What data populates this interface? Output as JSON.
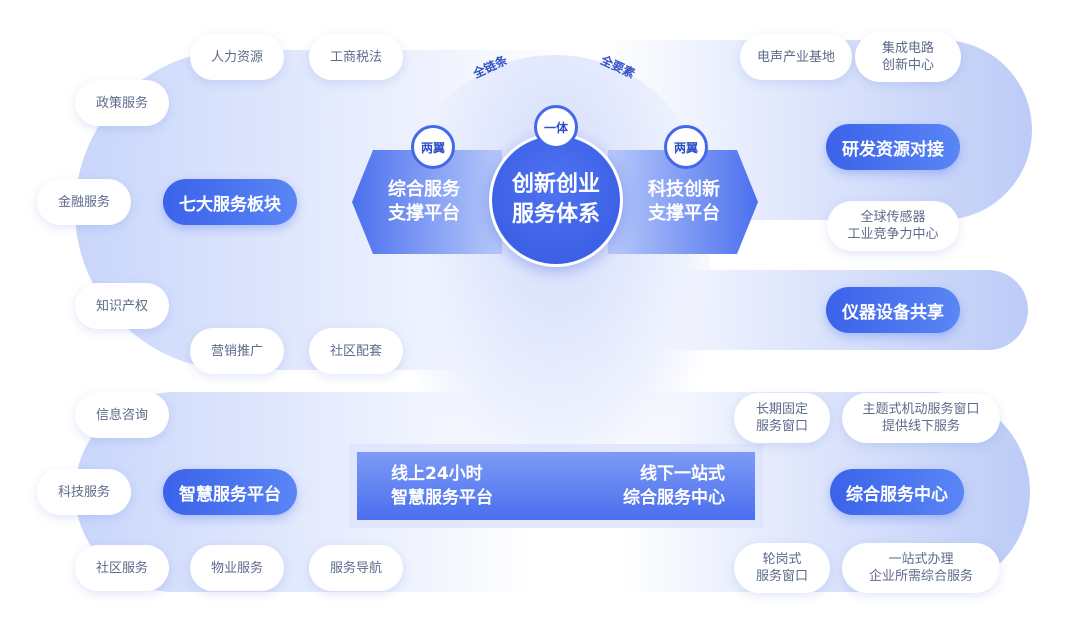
{
  "center": {
    "title": "创新创业\n服务体系",
    "badge": "一体"
  },
  "arc": {
    "left": "全链条",
    "right": "全要素"
  },
  "wings": [
    {
      "badge": "两翼",
      "text": "综合服务\n支撑平台"
    },
    {
      "badge": "两翼",
      "text": "科技创新\n支撑平台"
    }
  ],
  "bottom_bar": {
    "left": "线上24小时\n智慧服务平台",
    "right": "线下一站式\n综合服务中心"
  },
  "top_left": {
    "label": "七大服务板块",
    "items": [
      "人力资源",
      "工商税法",
      "政策服务",
      "金融服务",
      "知识产权",
      "营销推广",
      "社区配套"
    ]
  },
  "top_right": {
    "label1": "研发资源对接",
    "label2": "仪器设备共享",
    "items": [
      "电声产业基地",
      "集成电路\n创新中心",
      "全球传感器\n工业竞争力中心"
    ]
  },
  "bottom_left": {
    "label": "智慧服务平台",
    "items": [
      "信息咨询",
      "科技服务",
      "社区服务",
      "物业服务",
      "服务导航"
    ]
  },
  "bottom_right": {
    "label": "综合服务中心",
    "items": [
      "长期固定\n服务窗口",
      "主题式机动服务窗口\n提供线下服务",
      "轮岗式\n服务窗口",
      "一站式办理\n企业所需综合服务"
    ]
  }
}
